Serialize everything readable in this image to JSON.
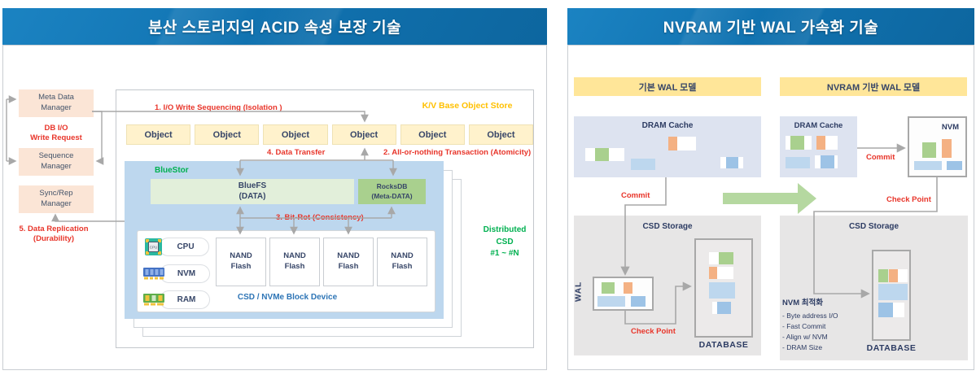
{
  "colors": {
    "title_bar_blue": "#1173b1",
    "accent_red": "#e8352a",
    "navy_text": "#374668",
    "gold_text": "#ffc000",
    "green_text": "#00b050",
    "blue_text": "#2e75b6",
    "peach_box": "#fbe5d6",
    "cream_box": "#fff2cc",
    "bluestor_fill": "#bdd7ee",
    "bluefs_fill": "#e2efda",
    "rocksdb_fill": "#a9d08e",
    "yellow_header": "#ffe699",
    "dram_fill": "#dde3f0",
    "storage_gray": "#e7e6e6",
    "block_green": "#a9d08e",
    "block_orange": "#f4b183",
    "block_lightblue": "#bdd7ee",
    "block_blue": "#9dc3e6",
    "connector_gray": "#a8a8a8",
    "green_arrow": "#b5d8a0"
  },
  "left": {
    "title": "분산 스토리지의 ACID 속성 보장 기술",
    "managers": {
      "meta": "Meta Data\nManager",
      "sequence": "Sequence\nManager",
      "sync": "Sync/Rep\nManager"
    },
    "annotations": {
      "db_io": "DB I/O\nWrite Request",
      "step1": "1. I/O Write Sequencing (Isolation )",
      "step2": "2. All-or-nothing Transaction (Atomicity)",
      "step3": "3. Bit-Rot (Consistency)",
      "step4": "4. Data Transfer",
      "step5": "5. Data Replication\n(Durability)",
      "kv_store": "K/V Base Object Store",
      "distributed_csd": "Distributed\nCSD\n#1 ~ #N"
    },
    "objects": [
      "Object",
      "Object",
      "Object",
      "Object",
      "Object",
      "Object"
    ],
    "bluestor": {
      "label": "BlueStor",
      "bluefs": "BlueFS\n(DATA)",
      "rocksdb": "RocksDB\n(Meta-DATA)"
    },
    "device": {
      "hw": [
        {
          "name": "cpu",
          "label": "CPU"
        },
        {
          "name": "nvm",
          "label": "NVM"
        },
        {
          "name": "ram",
          "label": "RAM"
        }
      ],
      "nand": [
        "NAND\nFlash",
        "NAND\nFlash",
        "NAND\nFlash",
        "NAND\nFlash"
      ],
      "caption": "CSD / NVMe Block Device"
    }
  },
  "right": {
    "title": "NVRAM 기반 WAL 가속화 기술",
    "basic": {
      "header": "기본 WAL 모델",
      "dram": "DRAM Cache",
      "commit": "Commit",
      "csd": "CSD Storage",
      "wal": "WAL",
      "checkpoint": "Check Point",
      "database": "DATABASE"
    },
    "nvram": {
      "header": "NVRAM 기반 WAL 모델",
      "dram": "DRAM Cache",
      "commit": "Commit",
      "nvm": "NVM",
      "checkpoint": "Check Point",
      "csd": "CSD Storage",
      "database": "DATABASE",
      "opt_title": "NVM 최적화",
      "opt_items": [
        "-   Byte address I/O",
        "-   Fast Commit",
        "-   Align w/ NVM",
        "-   DRAM Size"
      ]
    }
  }
}
